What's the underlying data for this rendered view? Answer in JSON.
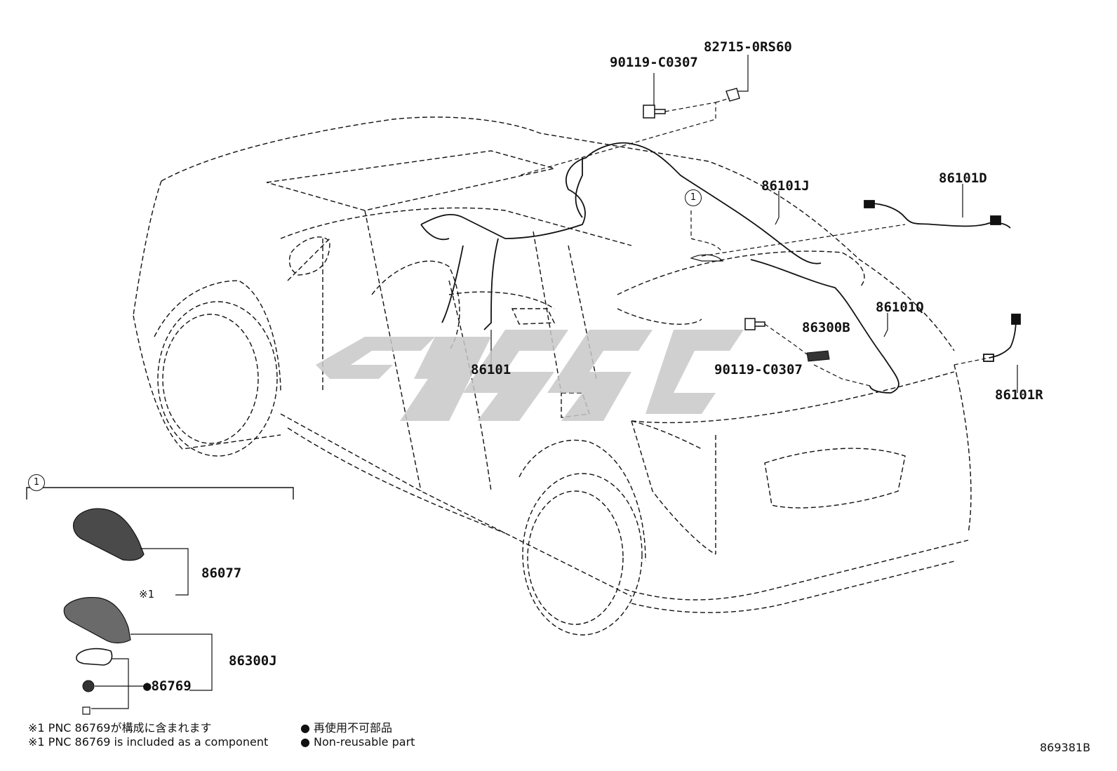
{
  "part_labels": {
    "p82715": "82715-0RS60",
    "p90119_top": "90119-C0307",
    "p86101J": "86101J",
    "p86101D": "86101D",
    "p86101Q": "86101Q",
    "p86300B": "86300B",
    "p90119_mid": "90119-C0307",
    "p86101R": "86101R",
    "p86101": "86101",
    "p86077": "86077",
    "p86300J": "86300J",
    "p86769": "●86769"
  },
  "callouts": {
    "circle_one_car": "1",
    "circle_one_inset": "1",
    "asterisk_one": "※1"
  },
  "notes": {
    "note_jp": "※1 PNC 86769が構成に含まれます",
    "note_en": "※1 PNC 86769 is included as a component",
    "legend_jp": "● 再使用不可部品",
    "legend_en": "● Non-reusable part"
  },
  "diagram_id": "869381B",
  "colors": {
    "line": "#111111",
    "watermark": "#c8c8c8",
    "part_fill": "#444444"
  }
}
